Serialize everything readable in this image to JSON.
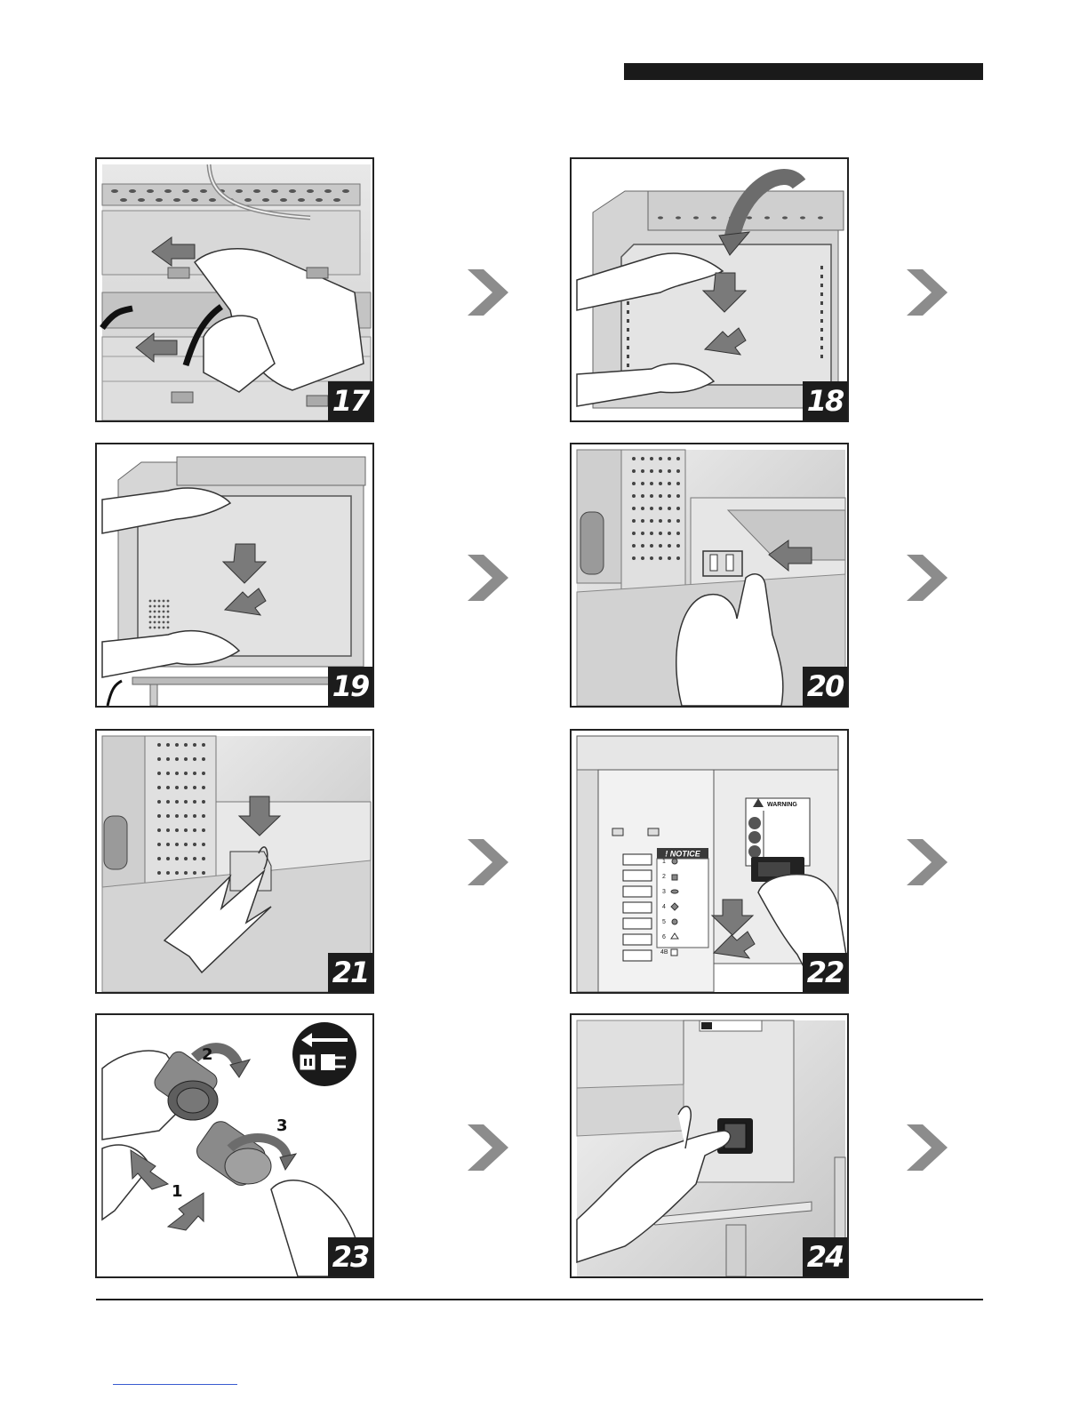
{
  "steps": [
    {
      "number": "17"
    },
    {
      "number": "18"
    },
    {
      "number": "19"
    },
    {
      "number": "20"
    },
    {
      "number": "21"
    },
    {
      "number": "22",
      "warning_label": "WARNING",
      "notice_label": "! NOTICE",
      "notice_rows": [
        "1",
        "2",
        "3",
        "4",
        "5",
        "6",
        "4B"
      ]
    },
    {
      "number": "23",
      "callouts": [
        "2",
        "3",
        "1"
      ]
    },
    {
      "number": "24"
    }
  ],
  "callout_arrows": {
    "push": "2",
    "lift": "1"
  },
  "icons": {
    "next": "chevron-right-icon",
    "unplug": "unplug-symbol-icon",
    "warning": "warning-triangle-icon"
  },
  "colors": {
    "header_bar": "#1a1a1a",
    "chevron": "#8c8c8c",
    "step_badge": "#1c1c1c"
  }
}
